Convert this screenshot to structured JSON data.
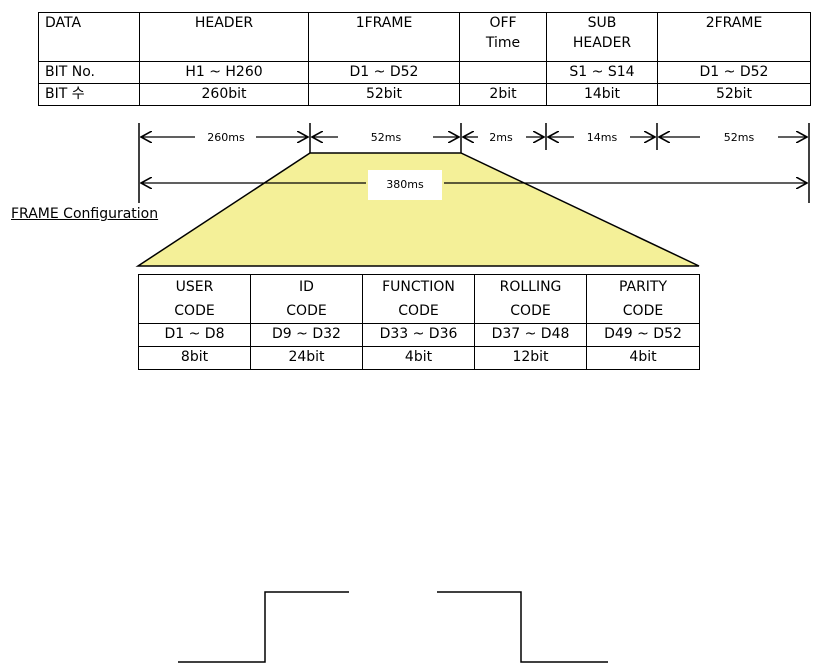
{
  "top_table": {
    "rows": [
      [
        "DATA",
        "HEADER",
        "1FRAME",
        "OFF\nTime",
        "SUB\nHEADER",
        "2FRAME"
      ],
      [
        "BIT No.",
        "H1 ~ H260",
        "D1 ~ D52",
        "",
        "S1 ~ S14",
        "D1 ~ D52"
      ],
      [
        "BIT 수",
        "260bit",
        "52bit",
        "2bit",
        "14bit",
        "52bit"
      ]
    ]
  },
  "timing": {
    "segments": [
      "260ms",
      "52ms",
      "2ms",
      "14ms",
      "52ms"
    ],
    "total": "380ms"
  },
  "frame_caption": "FRAME Configuration",
  "frame_table": {
    "rows": [
      [
        "USER\nCODE",
        "ID\nCODE",
        "FUNCTION\nCODE",
        "ROLLING\nCODE",
        "PARITY\nCODE"
      ],
      [
        "D1 ~ D8",
        "D9 ~ D32",
        "D33 ~ D36",
        "D37 ~ D48",
        "D49 ~ D52"
      ],
      [
        "8bit",
        "24bit",
        "4bit",
        "12bit",
        "4bit"
      ]
    ]
  },
  "colors": {
    "trapezoid_fill": "#f4f098",
    "line": "#000000"
  }
}
